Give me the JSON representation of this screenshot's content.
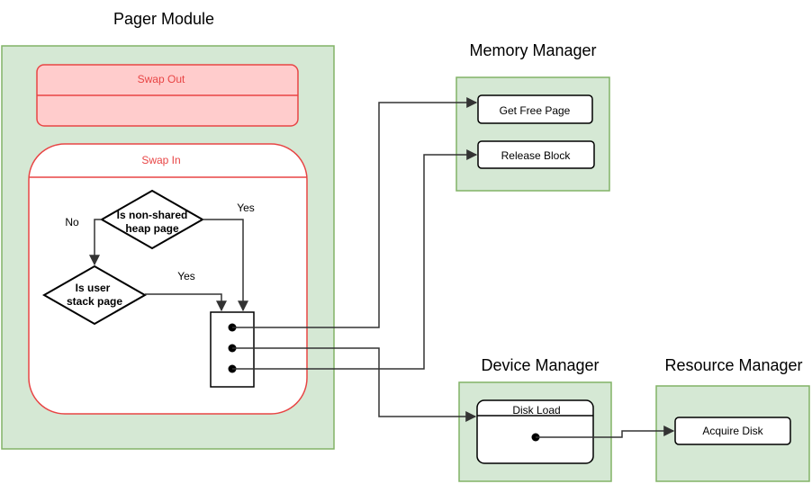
{
  "modules": {
    "pager": {
      "title": "Pager Module"
    },
    "memory": {
      "title": "Memory Manager"
    },
    "device": {
      "title": "Device Manager"
    },
    "resource": {
      "title": "Resource Manager"
    }
  },
  "swap_out": {
    "label": "Swap Out"
  },
  "swap_in": {
    "label": "Swap In"
  },
  "decisions": {
    "non_shared": {
      "line1": "Is non-shared",
      "line2": "heap page"
    },
    "user_stack": {
      "line1": "Is user",
      "line2": "stack page"
    }
  },
  "edge_labels": {
    "no": "No",
    "yes_top": "Yes",
    "yes_bottom": "Yes"
  },
  "boxes": {
    "get_free_page": "Get Free Page",
    "release_block": "Release Block",
    "disk_load": "Disk  Load",
    "acquire_disk": "Acquire Disk"
  },
  "colors": {
    "module_fill": "#d5e8d4",
    "module_stroke": "#82b366",
    "swap_fill": "#ffcccc",
    "swap_stroke": "#e84545",
    "line": "#333333"
  }
}
